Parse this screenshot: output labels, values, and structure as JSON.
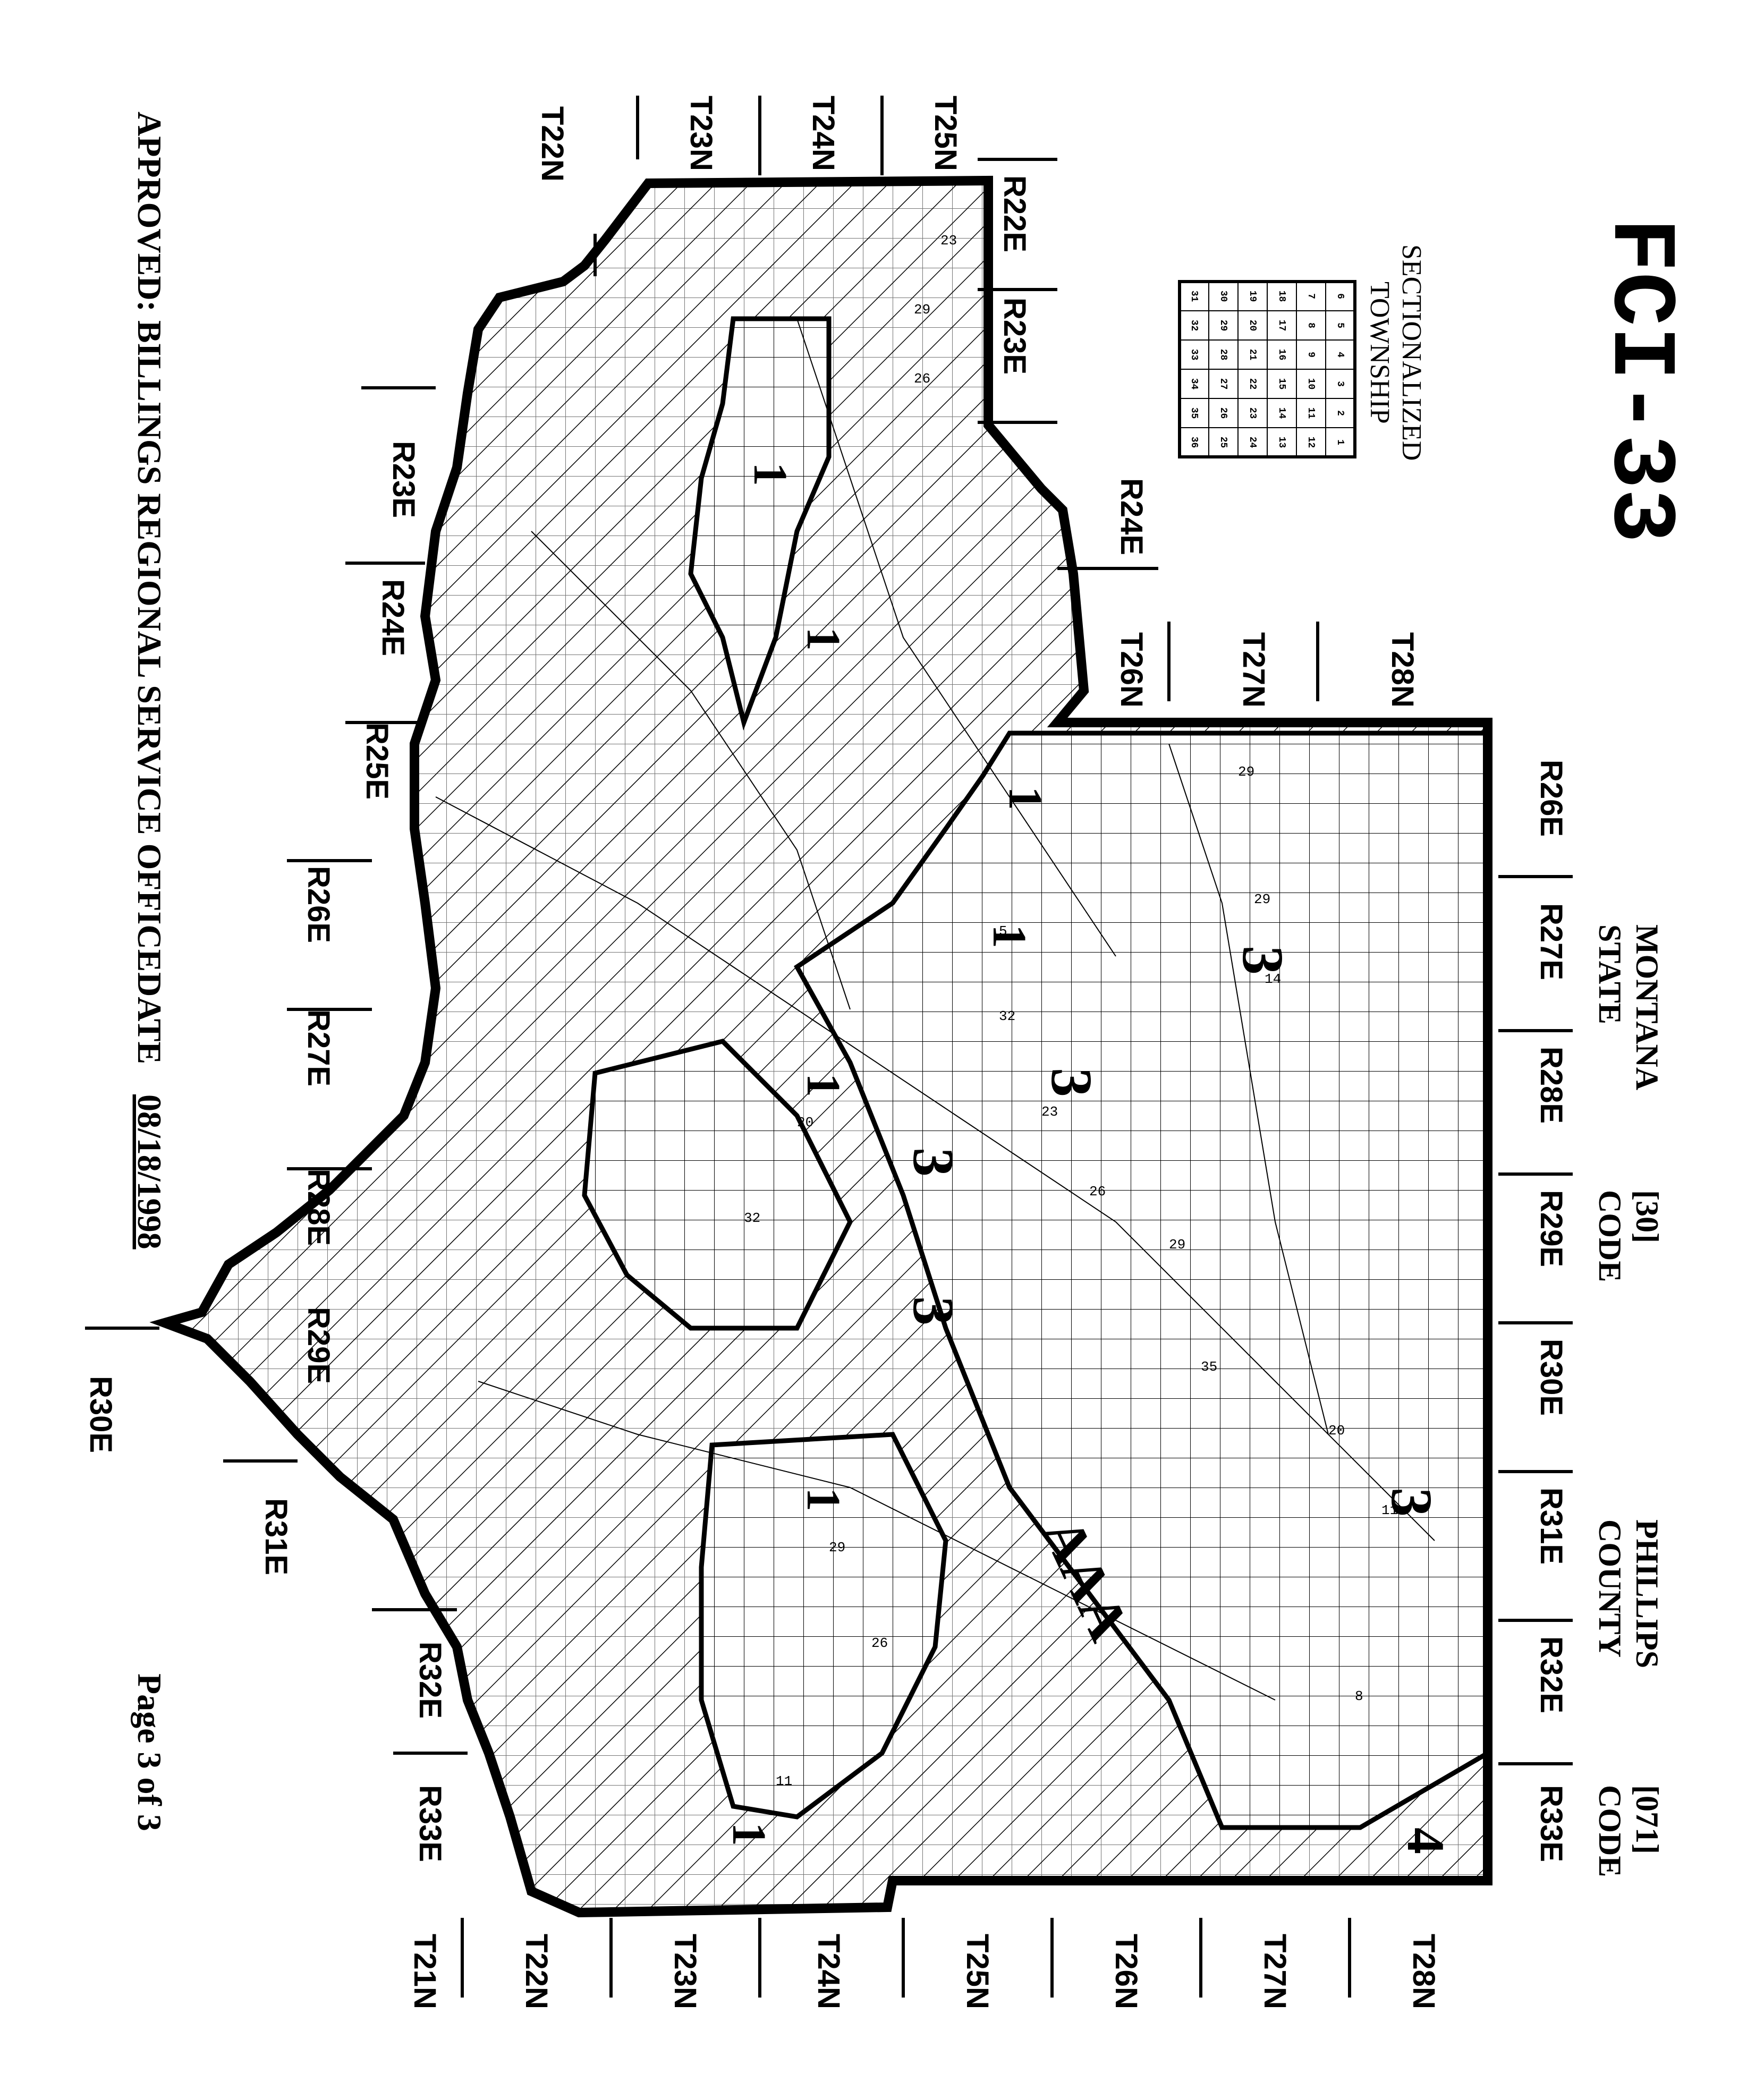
{
  "form_id": "FCI-33",
  "legend": {
    "title_line1": "SECTIONALIZED",
    "title_line2": "TOWNSHIP",
    "grid": [
      [
        "6",
        "5",
        "4",
        "3",
        "2",
        "1"
      ],
      [
        "7",
        "8",
        "9",
        "10",
        "11",
        "12"
      ],
      [
        "18",
        "17",
        "16",
        "15",
        "14",
        "13"
      ],
      [
        "19",
        "20",
        "21",
        "22",
        "23",
        "24"
      ],
      [
        "30",
        "29",
        "28",
        "27",
        "26",
        "25"
      ],
      [
        "31",
        "32",
        "33",
        "34",
        "35",
        "36"
      ]
    ]
  },
  "state": {
    "name": "MONTANA",
    "label": "STATE",
    "code": "[30]",
    "code_label": "CODE"
  },
  "county": {
    "name": "PHILLIPS",
    "label": "COUNTY",
    "code": "[071]",
    "code_label": "CODE"
  },
  "approved": "APPROVED: BILLINGS REGIONAL SERVICE OFFICE",
  "date_label": "DATE",
  "date_value": "08/18/1998",
  "page_info": "Page 3 of 3",
  "townships_top": [
    "T22N",
    "T23N",
    "T24N",
    "T25N",
    "T26N",
    "T27N",
    "T28N"
  ],
  "townships_bottom": [
    "T21N",
    "T22N",
    "T23N",
    "T24N",
    "T25N",
    "T26N",
    "T27N",
    "T28N"
  ],
  "ranges_left": [
    "R23E",
    "R24E",
    "R25E",
    "R26E",
    "R27E",
    "R28E",
    "R29E",
    "R30E",
    "R31E",
    "R32E",
    "R33E"
  ],
  "ranges_right": [
    "R26E",
    "R27E",
    "R28E",
    "R29E",
    "R30E",
    "R31E",
    "R32E",
    "R33E"
  ],
  "ranges_upper_inner": [
    "R22E",
    "R23E",
    "R24E"
  ],
  "map_markers": [
    {
      "label": "1"
    },
    {
      "label": "1"
    },
    {
      "label": "1"
    },
    {
      "label": "1"
    },
    {
      "label": "1"
    },
    {
      "label": "3"
    },
    {
      "label": "3"
    },
    {
      "label": "3"
    },
    {
      "label": "3"
    },
    {
      "label": "3"
    },
    {
      "label": "4"
    },
    {
      "label": "1"
    },
    {
      "label": "1"
    },
    {
      "label": "AAA"
    }
  ]
}
